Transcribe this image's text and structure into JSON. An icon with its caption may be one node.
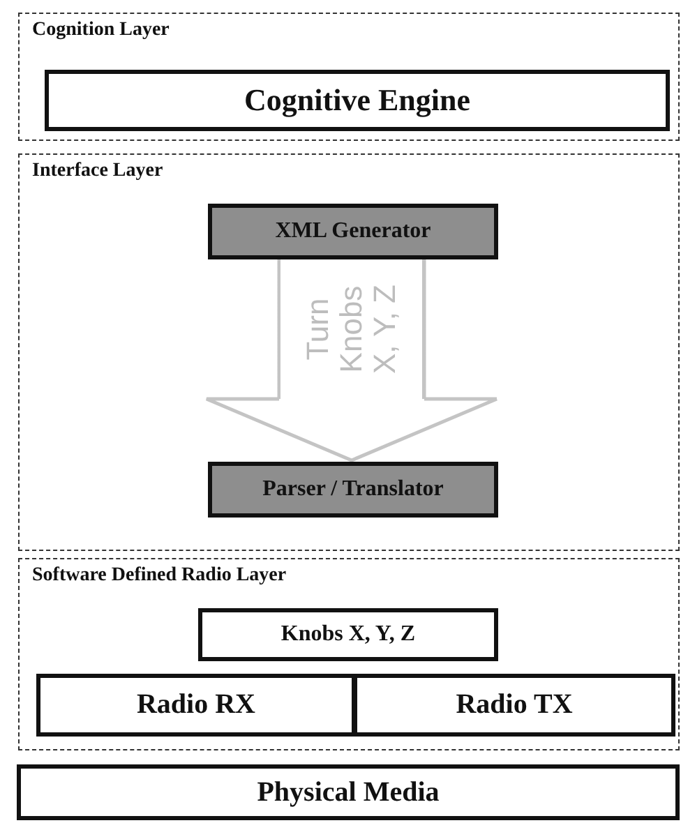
{
  "diagram": {
    "nodes": [
      {
        "text": [
          "Cognition Layer"
        ]
      },
      {
        "text": [
          "Cognitive Engine"
        ],
        "in": 0
      },
      {
        "text": [
          "Interface Layer"
        ]
      },
      {
        "text": [
          "XML Generator"
        ],
        "in": 2
      },
      {
        "text": [
          "Parser / Translator"
        ],
        "in": 2
      },
      {
        "text": [
          "Software Defined Radio Layer"
        ]
      },
      {
        "text": [
          "Knobs X, Y, Z"
        ],
        "in": 5
      },
      {
        "text": [
          "Radio RX"
        ],
        "in": 5
      },
      {
        "text": [
          "Radio TX"
        ],
        "in": 5
      },
      {
        "text": [
          "Physical Media"
        ]
      }
    ],
    "edges": [
      {
        "from": 3,
        "to": 4,
        "arrow": "to",
        "label": "Turn Knobs X, Y, Z"
      }
    ]
  }
}
